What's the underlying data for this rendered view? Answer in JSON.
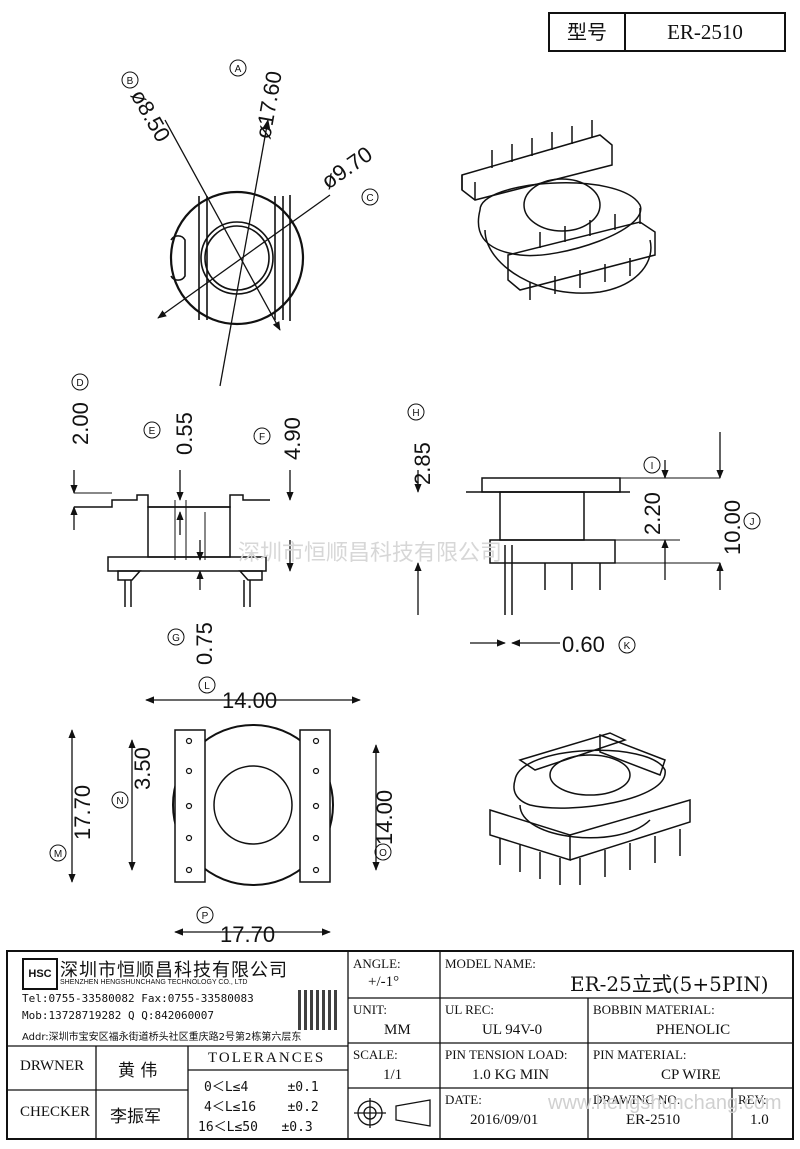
{
  "header": {
    "type_label": "型号",
    "model": "ER-2510"
  },
  "callouts": {
    "A": "A",
    "B": "B",
    "C": "C",
    "D": "D",
    "E": "E",
    "F": "F",
    "G": "G",
    "H": "H",
    "I": "I",
    "J": "J",
    "K": "K",
    "L": "L",
    "M": "M",
    "N": "N",
    "O": "O",
    "P": "P"
  },
  "dimensions": {
    "A": "ø17.60",
    "B": "ø8.50",
    "C": "ø9.70",
    "D": "2.00",
    "E": "0.55",
    "F": "4.90",
    "G": "0.75",
    "H": "2.85",
    "I": "2.20",
    "J": "10.00",
    "K": "0.60",
    "L": "14.00",
    "M": "17.70",
    "N": "3.50",
    "O": "14.00",
    "P": "17.70"
  },
  "watermark": "深圳市恒顺昌科技有限公司",
  "watermark_url": "www.hengshunchang.com",
  "company": {
    "logo_text": "HSC",
    "name_cn": "深圳市恒顺昌科技有限公司",
    "name_en": "SHENZHEN HENGSHUNCHANG TECHNOLOGY CO., LTD",
    "tel_fax": "Tel:0755-33580082 Fax:0755-33580083",
    "mob_qq": "Mob:13728719282    Q Q:842060007",
    "addr": "Addr:深圳市宝安区福永街道桥头社区重庆路2号第2栋第六层东"
  },
  "title_block": {
    "angle_label": "ANGLE:",
    "angle_value": "+/-1°",
    "unit_label": "UNIT:",
    "unit_value": "MM",
    "scale_label": "SCALE:",
    "scale_value": "1/1",
    "model_name_label": "MODEL NAME:",
    "model_name_value": "ER-25立式(5+5PIN)",
    "ul_rec_label": "UL REC:",
    "ul_rec_value": "UL 94V-0",
    "bobbin_material_label": "BOBBIN MATERIAL:",
    "bobbin_material_value": "PHENOLIC",
    "pin_tension_label": "PIN TENSION LOAD:",
    "pin_tension_value": "1.0 KG MIN",
    "pin_material_label": "PIN MATERIAL:",
    "pin_material_value": "CP WIRE",
    "date_label": "DATE:",
    "date_value": "2016/09/01",
    "drawing_no_label": "DRAWING NO:",
    "drawing_no_value": "ER-2510",
    "rev_label": "REV:",
    "rev_value": "1.0",
    "drawner_label": "DRWNER",
    "drawner_value": "黄 伟",
    "checker_label": "CHECKER",
    "checker_value": "李振军",
    "tolerances_label": "TOLERANCES",
    "tol_row1": "0＜L≤4     ±0.1",
    "tol_row2": "4＜L≤16    ±0.2",
    "tol_row3": "16＜L≤50   ±0.3"
  }
}
